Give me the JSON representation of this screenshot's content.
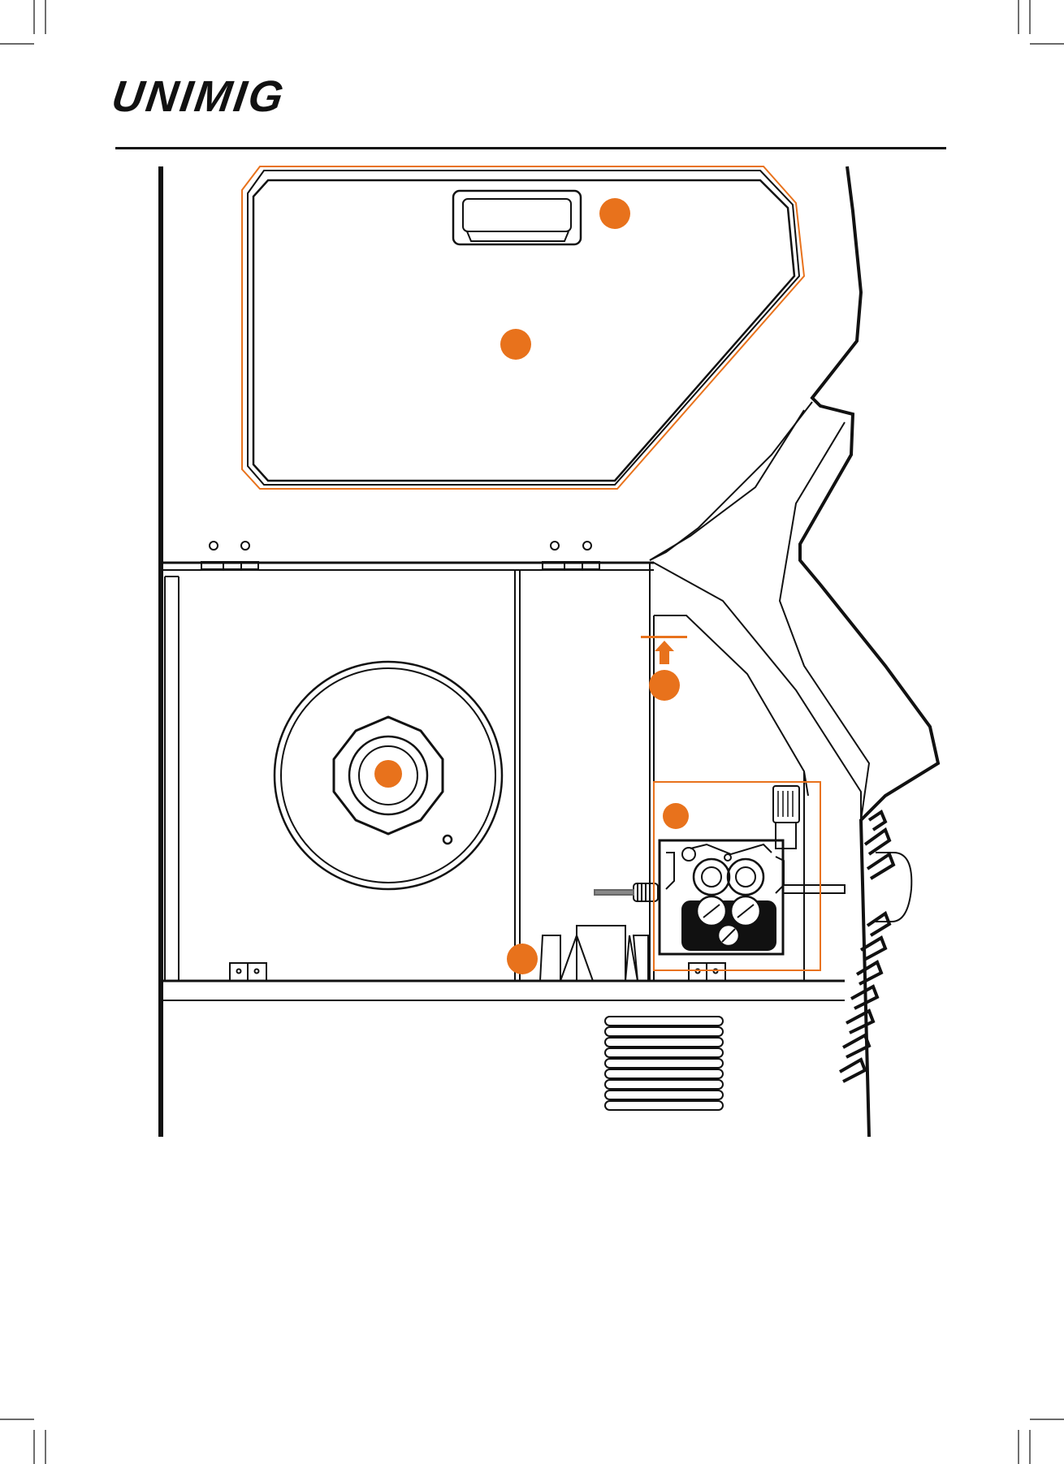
{
  "brand": {
    "logo_text": "UNIMIG"
  },
  "colors": {
    "accent": "#E8721C",
    "line": "#111111",
    "background": "#FFFFFF"
  },
  "callouts": [
    {
      "id": "door-latch-callout"
    },
    {
      "id": "side-door-callout"
    },
    {
      "id": "torch-liner-callout"
    },
    {
      "id": "spool-hub-callout"
    },
    {
      "id": "drive-unit-callout"
    },
    {
      "id": "roller-storage-callout"
    }
  ]
}
